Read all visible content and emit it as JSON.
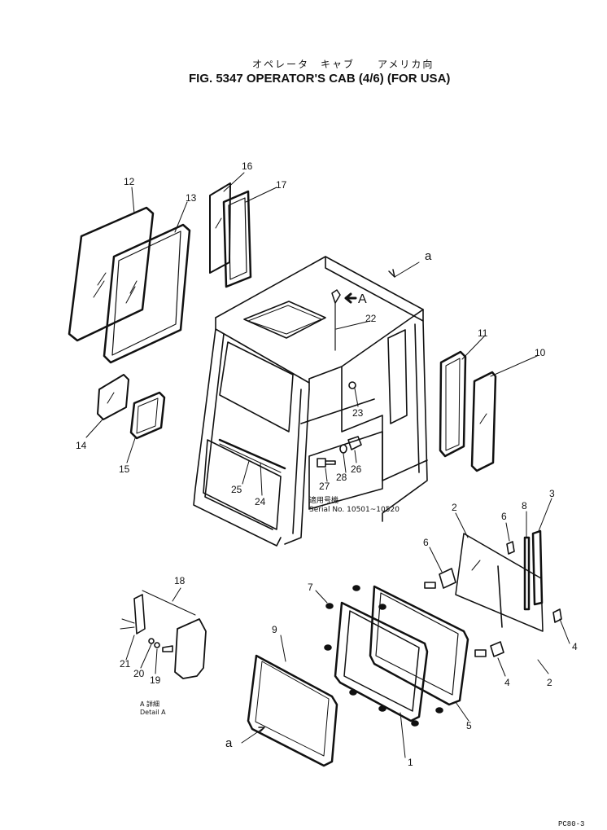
{
  "header": {
    "title_jp": "オペレータ　キャブ　　アメリカ向",
    "title_en": "FIG. 5347 OPERATOR'S CAB (4/6) (FOR USA)"
  },
  "footer": {
    "page_code": "PC80-3"
  },
  "serial_note": {
    "jp": "適用号機",
    "en": "Serial  No.  10501~10520"
  },
  "detail_note": {
    "jp": "A 詳細",
    "en": "Detail A"
  },
  "arrow_label": "A",
  "ref_a": "a",
  "callouts": [
    "1",
    "2",
    "3",
    "4",
    "5",
    "6",
    "7",
    "8",
    "9",
    "10",
    "11",
    "12",
    "13",
    "14",
    "15",
    "16",
    "17",
    "18",
    "19",
    "20",
    "21",
    "22",
    "23",
    "24",
    "25",
    "26",
    "27",
    "28"
  ]
}
